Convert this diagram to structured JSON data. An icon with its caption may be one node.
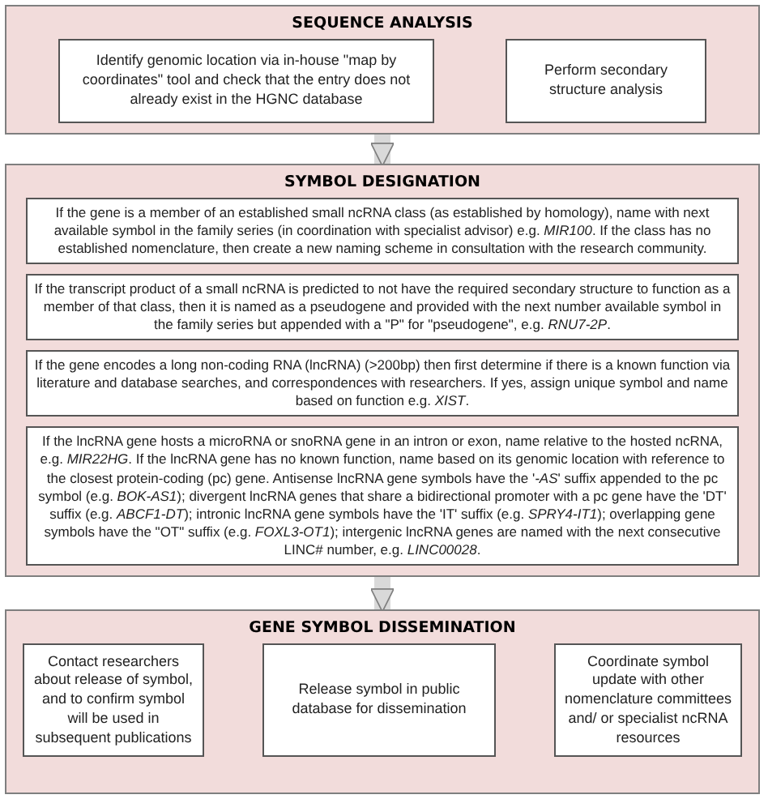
{
  "diagram": {
    "nodes": [
      {
        "text": [
          "SEQUENCE ANALYSIS"
        ]
      },
      {
        "text": [
          "Identify genomic location via in-house \"map by coordinates\" tool and check that the entry does not already exist in the HGNC database"
        ],
        "in": 0
      },
      {
        "text": [
          "Perform secondary structure analysis"
        ],
        "in": 0
      },
      {
        "text": [
          "SYMBOL DESIGNATION"
        ]
      },
      {
        "text": [
          "If the gene is a member of an established small ncRNA class (as established by homology), name with next available symbol in the family series (in coordination with specialist advisor) e.g. *MIR100*.  If the class has no established nomenclature, then create a new naming scheme in consultation with the research community."
        ],
        "in": 3
      },
      {
        "text": [
          "If the transcript product of a small ncRNA is predicted to not have the required secondary structure to function as a member of that class, then it is named as a pseudogene and provided with the next number available symbol in the family series but appended with a \"P\" for \"pseudogene\", e.g. *RNU7-2P*."
        ],
        "in": 3
      },
      {
        "text": [
          "If the gene encodes a long non-coding RNA (lncRNA) (>200bp) then first determine if there is a known function via literature and database searches, and correspondences with researchers.  If yes, assign unique symbol and name based on function e.g. *XIST*."
        ],
        "in": 3
      },
      {
        "text": [
          "If the lncRNA gene hosts a microRNA or snoRNA gene in an intron or exon, name relative to the hosted ncRNA, e.g. *MIR22HG*. If the lncRNA gene has no known function, name based on its genomic location with reference to the closest protein-coding (pc) gene. Antisense lncRNA gene symbols have the '*-AS*' suffix appended to the pc symbol (e.g. *BOK-AS1*); divergent lncRNA genes that share a bidirectional promoter with a pc gene have the 'DT' suffix (e.g. *ABCF1-DT*); intronic lncRNA gene symbols have the 'IT' suffix (e.g. *SPRY4-IT1*); overlapping gene symbols have the \"OT\" suffix (e.g. *FOXL3-OT1*); intergenic lncRNA genes are named with the next consecutive LINC# number, e.g. *LINC00028*."
        ],
        "in": 3
      },
      {
        "text": [
          "GENE SYMBOL DISSEMINATION"
        ]
      },
      {
        "text": [
          "Contact researchers about release of symbol, and to confirm symbol will be used in subsequent publications"
        ],
        "in": 8
      },
      {
        "text": [
          "Release symbol in public database for dissemination"
        ],
        "in": 8
      },
      {
        "text": [
          "Coordinate symbol update with other nomenclature committees and/ or specialist ncRNA resources"
        ],
        "in": 8
      }
    ],
    "edges": [
      {
        "from": 0,
        "to": 3,
        "arrow": "to"
      },
      {
        "from": 3,
        "to": 8,
        "arrow": "to"
      }
    ]
  }
}
